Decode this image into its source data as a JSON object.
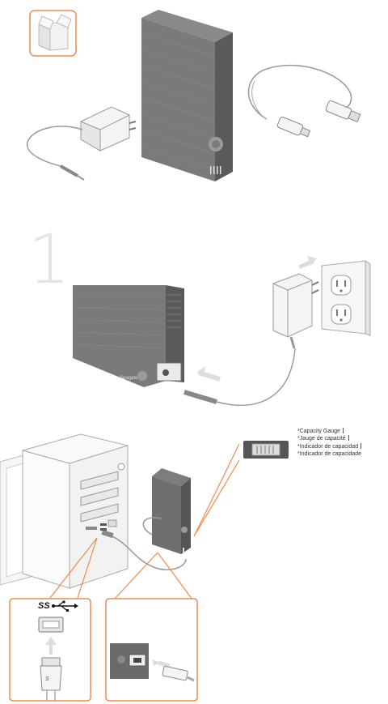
{
  "step": {
    "number": "1"
  },
  "capacity_gauge": {
    "labels": [
      "*Capacity Gauge",
      "*Jauge de capacité",
      "*Indicador de capacidad",
      "*Indicador de capacidade"
    ]
  },
  "usb_port": {
    "label": "SS"
  },
  "colors": {
    "accent": "#f08a4b",
    "drive": "#6b6b6b",
    "drive_dark": "#555555",
    "line": "#999999"
  }
}
